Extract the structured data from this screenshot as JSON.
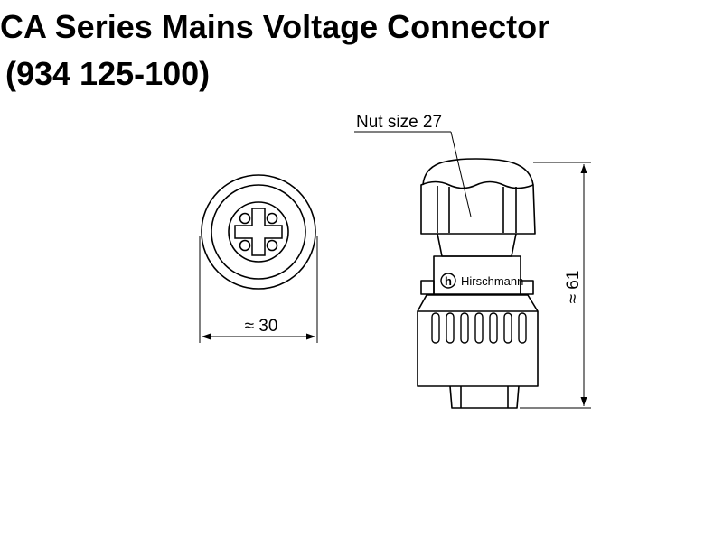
{
  "title": {
    "line1": "CA Series Mains Voltage Connector",
    "line2": "(934 125-100)"
  },
  "drawing": {
    "front_view": {
      "width_dimension": "≈ 30"
    },
    "side_view": {
      "nut_callout": "Nut size 27",
      "brand_label": "Hirschmann",
      "height_dimension": "≈ 61"
    }
  }
}
